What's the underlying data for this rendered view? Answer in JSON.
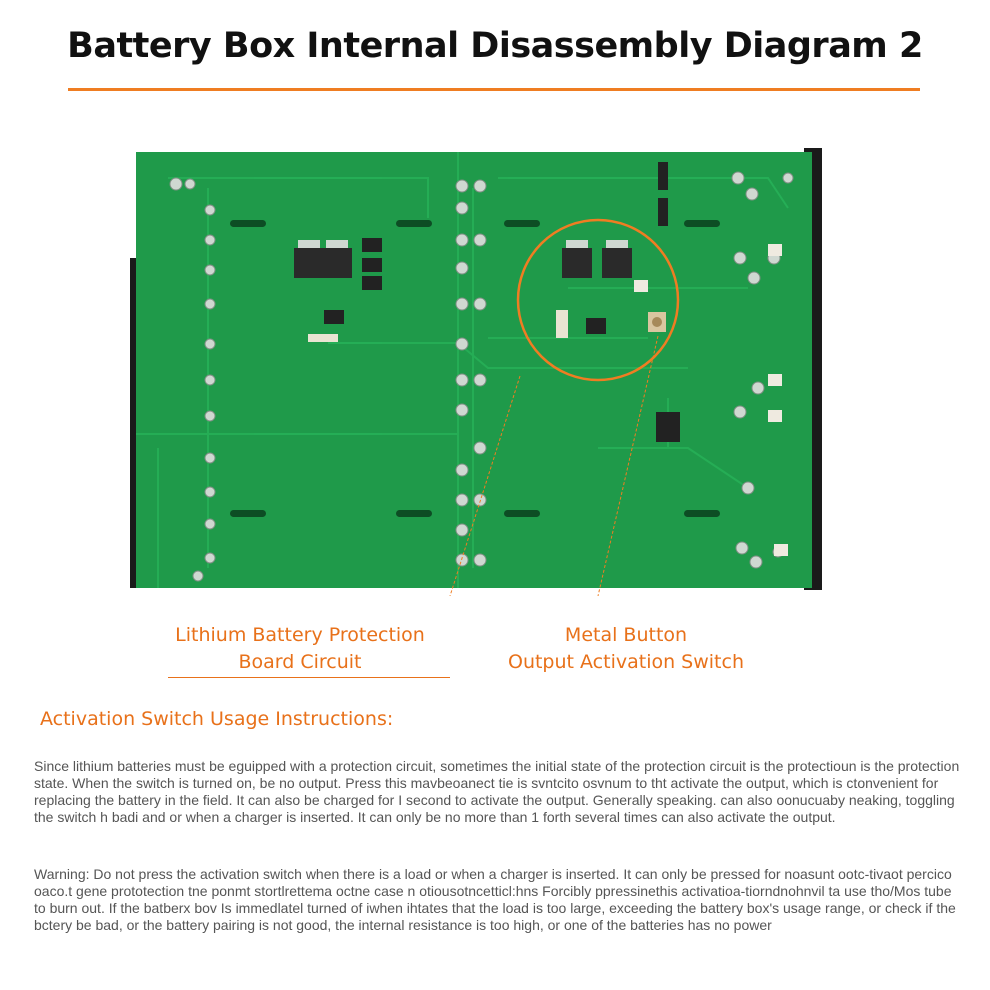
{
  "title": "Battery Box Internal Disassembly Diagram 2",
  "colors": {
    "accent": "#ef7d22",
    "pcb_green": "#1f9a4a",
    "text_gray": "#555555"
  },
  "callouts": {
    "left_line1": "Lithium Battery Protection",
    "left_line2": "Board Circuit",
    "right_line1": "Metal Button",
    "right_line2": "Output Activation Switch"
  },
  "instructions": {
    "heading": "Activation Switch Usage Instructions:",
    "paragraph1": "Since lithium batteries must be eguipped with a protection circuit, sometimes the initial state of the protection circuit is the protectioun is the protection state. When the switch is turned on, be no output. Press this mavbeoanect tie is svntcito osvnum to tht activate the output, which is ctonvenient for replacing the battery in the field. It can also be charged for I second to activate the output. Generally speaking. can also oonucuaby neaking, toggling the switch h badi and or when a charger is inserted. It can only be no more than 1 forth several times can also activate the output.",
    "paragraph2": "Warning: Do not press the activation switch when there is a load or when a charger is inserted. It can only be pressed for noasunt ootc-tivaot percico oaco.t gene prototection tne ponmt stortlrettema octne case n otiousotncetticl:hns Forcibly ppressinethis activatioa-tiorndnohnvil ta use tho/Mos tube to burn out. If the batberx bov Is immedlatel turned of iwhen ihtates that the load is too large, exceeding the battery box's usage range, or check if the bctery be bad, or the battery pairing is not good, the internal resistance is too high, or one of the batteries has no power"
  }
}
